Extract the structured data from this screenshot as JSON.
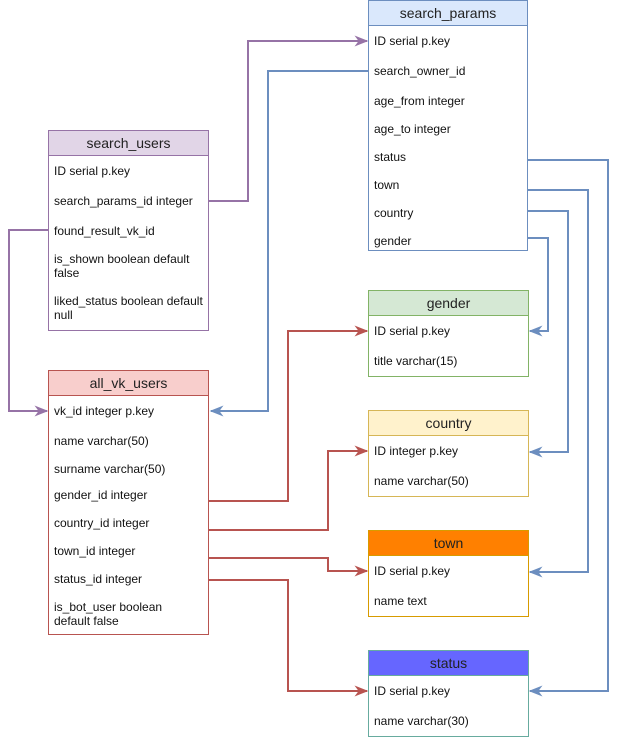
{
  "tables": {
    "search_params": {
      "title": "search_params",
      "header_color": "#dae8fc",
      "border_color": "#6c8ebf",
      "fields": [
        "ID serial p.key",
        "search_owner_id",
        "age_from integer",
        "age_to integer",
        "status",
        "town",
        "country",
        "gender"
      ]
    },
    "search_users": {
      "title": "search_users",
      "header_color": "#e1d5e7",
      "border_color": "#9673a6",
      "fields": [
        "ID serial p.key",
        "search_params_id integer",
        "found_result_vk_id",
        "is_shown boolean default false",
        "liked_status boolean default null"
      ]
    },
    "all_vk_users": {
      "title": "all_vk_users",
      "header_color": "#f8cecc",
      "border_color": "#b85450",
      "fields": [
        "vk_id integer p.key",
        "name varchar(50)",
        "surname varchar(50)",
        "gender_id integer",
        "country_id integer",
        "town_id integer",
        "status_id integer",
        "is_bot_user boolean default false"
      ]
    },
    "gender": {
      "title": "gender",
      "header_color": "#d5e8d4",
      "border_color": "#82b366",
      "fields": [
        "ID serial p.key",
        "title varchar(15)"
      ]
    },
    "country": {
      "title": "country",
      "header_color": "#fff2cc",
      "border_color": "#d6b656",
      "fields": [
        "ID integer p.key",
        "name varchar(50)"
      ]
    },
    "town": {
      "title": "town",
      "header_color": "#ff8000",
      "border_color": "#d79b00",
      "fields": [
        "ID serial p.key",
        "name text"
      ]
    },
    "status": {
      "title": "status",
      "header_color": "#6666ff",
      "border_color": "#67ab9f",
      "fields": [
        "ID serial p.key",
        "name varchar(30)"
      ]
    }
  },
  "connector_colors": {
    "purple": "#9673a6",
    "blue": "#6c8ebf",
    "red": "#b85450"
  }
}
